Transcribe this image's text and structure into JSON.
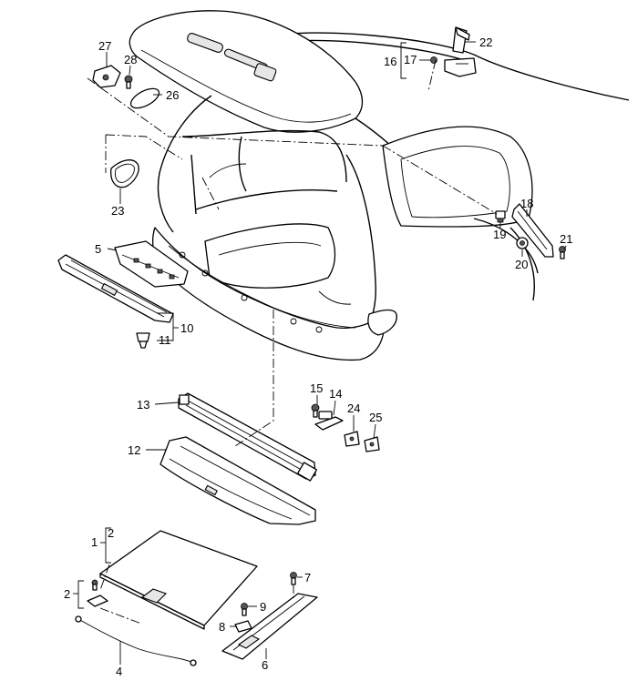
{
  "callouts": {
    "c1": "1",
    "c2a": "2",
    "c2b": "2",
    "c4": "4",
    "c5": "5",
    "c6": "6",
    "c7": "7",
    "c8": "8",
    "c9": "9",
    "c10": "10",
    "c11": "11",
    "c12": "12",
    "c13": "13",
    "c14": "14",
    "c15": "15",
    "c16": "16",
    "c17": "17",
    "c18": "18",
    "c19": "19",
    "c20": "20",
    "c21": "21",
    "c22": "22",
    "c23": "23",
    "c24": "24",
    "c25": "25",
    "c26": "26",
    "c27": "27",
    "c28": "28"
  }
}
